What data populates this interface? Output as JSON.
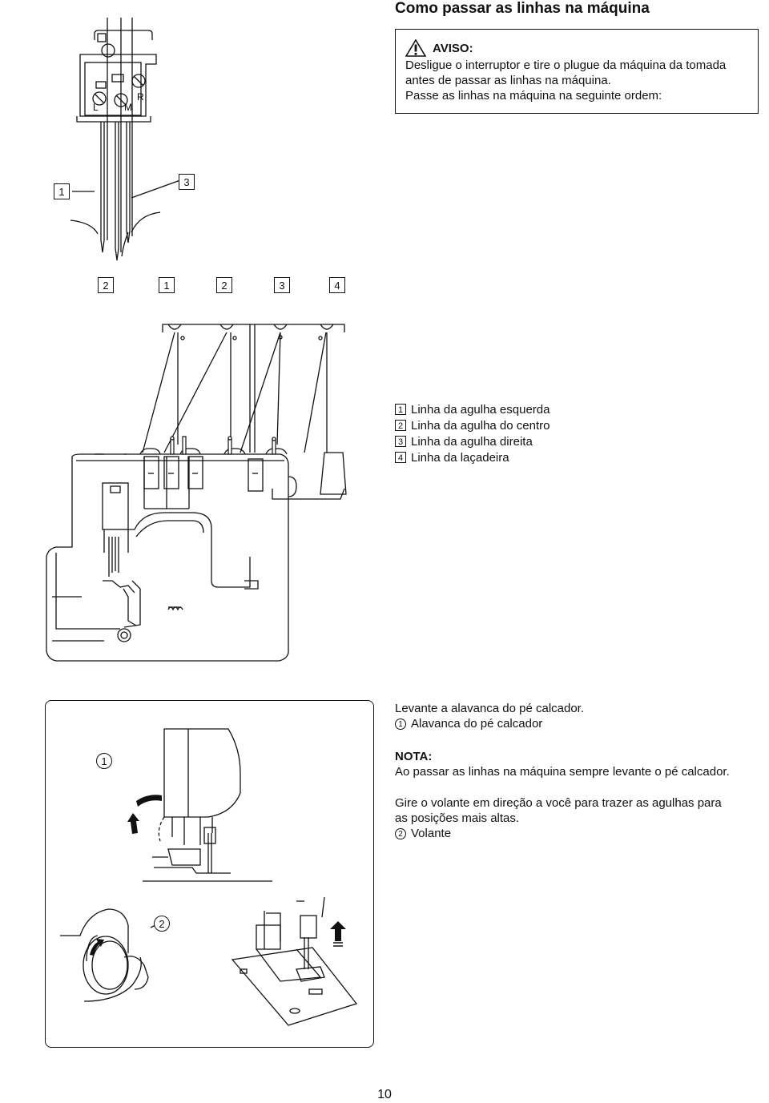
{
  "title": "Como passar as linhas na máquina",
  "warning": {
    "heading": "AVISO:",
    "lines": [
      "Desligue o interruptor e tire o plugue da máquina da tomada",
      "antes de passar as linhas na máquina.",
      "Passe as linhas na máquina na seguinte ordem:"
    ]
  },
  "needle_labels": {
    "left": "L",
    "middle": "M",
    "right": "R"
  },
  "needle_callouts": [
    "1",
    "3",
    "2"
  ],
  "stand_callouts": [
    "1",
    "2",
    "3",
    "4"
  ],
  "legend": [
    {
      "num": "1",
      "text": "Linha da agulha esquerda"
    },
    {
      "num": "2",
      "text": "Linha da agulha do centro"
    },
    {
      "num": "3",
      "text": "Linha da agulha direita"
    },
    {
      "num": "4",
      "text": "Linha da laçadeira"
    }
  ],
  "presser_foot": {
    "instruction": "Levante a alavanca do pé calcador.",
    "callout_num": "1",
    "callout_text": "Alavanca do pé calcador"
  },
  "note": {
    "heading": "NOTA:",
    "text": "Ao passar as linhas na máquina sempre levante o pé calcador."
  },
  "handwheel": {
    "lines": [
      "Gire o volante em direção a você para trazer as agulhas para",
      "as posições mais altas."
    ],
    "callout_num": "2",
    "callout_text": "Volante"
  },
  "figure_callouts": {
    "lever": "1",
    "wheel": "2"
  },
  "page_number": "10"
}
